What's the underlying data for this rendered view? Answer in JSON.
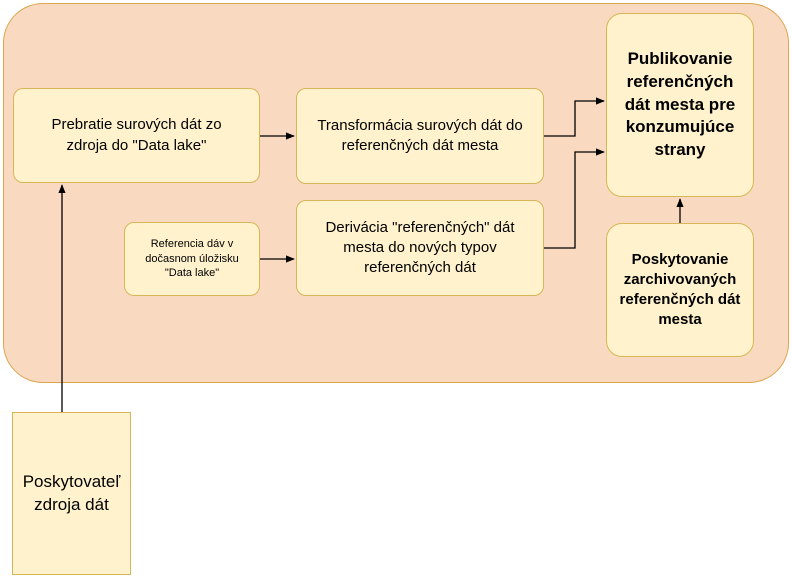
{
  "diagram": {
    "nodes": {
      "prebratie": "Prebratie surových dát zo zdroja do \"Data lake\"",
      "transformacia": "Transformácia surových dát do referenčných dát mesta",
      "referencia": "Referencia dáv v dočasnom úložisku \"Data lake\"",
      "derivacia": "Derivácia \"referenčných\" dát mesta do nových typov referenčných dát",
      "publikovanie": "Publikovanie referenčných dát mesta pre konzumujúce strany",
      "archiv": "Poskytovanie zarchivovaných referenčných dát mesta",
      "poskytovatel": "Poskytovateľ zdroja dát"
    },
    "edges": [
      {
        "from": "poskytovatel",
        "to": "prebratie"
      },
      {
        "from": "prebratie",
        "to": "transformacia"
      },
      {
        "from": "referencia",
        "to": "derivacia"
      },
      {
        "from": "transformacia",
        "to": "publikovanie"
      },
      {
        "from": "derivacia",
        "to": "publikovanie"
      },
      {
        "from": "archiv",
        "to": "publikovanie"
      }
    ],
    "colors": {
      "container_fill": "#fad9c1",
      "container_stroke": "#dca54f",
      "node_fill": "#fff2cc",
      "node_stroke": "#d6b656",
      "edge": "#000000"
    }
  }
}
